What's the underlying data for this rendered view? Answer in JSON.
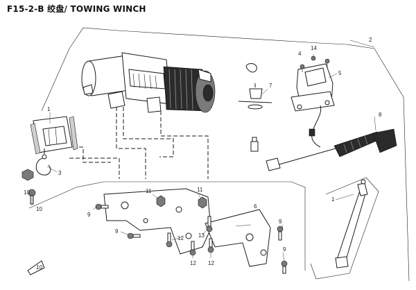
{
  "header": {
    "title": "F15-2-B 绞盘/ TOWING WINCH"
  },
  "diagram": {
    "callouts": [
      {
        "key": "c1a",
        "text": "1"
      },
      {
        "key": "c2",
        "text": "2"
      },
      {
        "key": "c3",
        "text": "3"
      },
      {
        "key": "c4",
        "text": "4"
      },
      {
        "key": "c5",
        "text": "5"
      },
      {
        "key": "c6",
        "text": "6"
      },
      {
        "key": "c7",
        "text": "7"
      },
      {
        "key": "c8",
        "text": "8"
      },
      {
        "key": "c9a",
        "text": "9"
      },
      {
        "key": "c9b",
        "text": "9"
      },
      {
        "key": "c9c",
        "text": "9"
      },
      {
        "key": "c9d",
        "text": "9"
      },
      {
        "key": "c10a",
        "text": "10"
      },
      {
        "key": "c10b",
        "text": "10"
      },
      {
        "key": "c11a",
        "text": "11"
      },
      {
        "key": "c11b",
        "text": "11"
      },
      {
        "key": "c12a",
        "text": "12"
      },
      {
        "key": "c12b",
        "text": "12"
      },
      {
        "key": "c12c",
        "text": "12"
      },
      {
        "key": "c13",
        "text": "13"
      },
      {
        "key": "c14",
        "text": "14"
      },
      {
        "key": "c1b",
        "text": "1"
      }
    ],
    "page_index": "10"
  }
}
